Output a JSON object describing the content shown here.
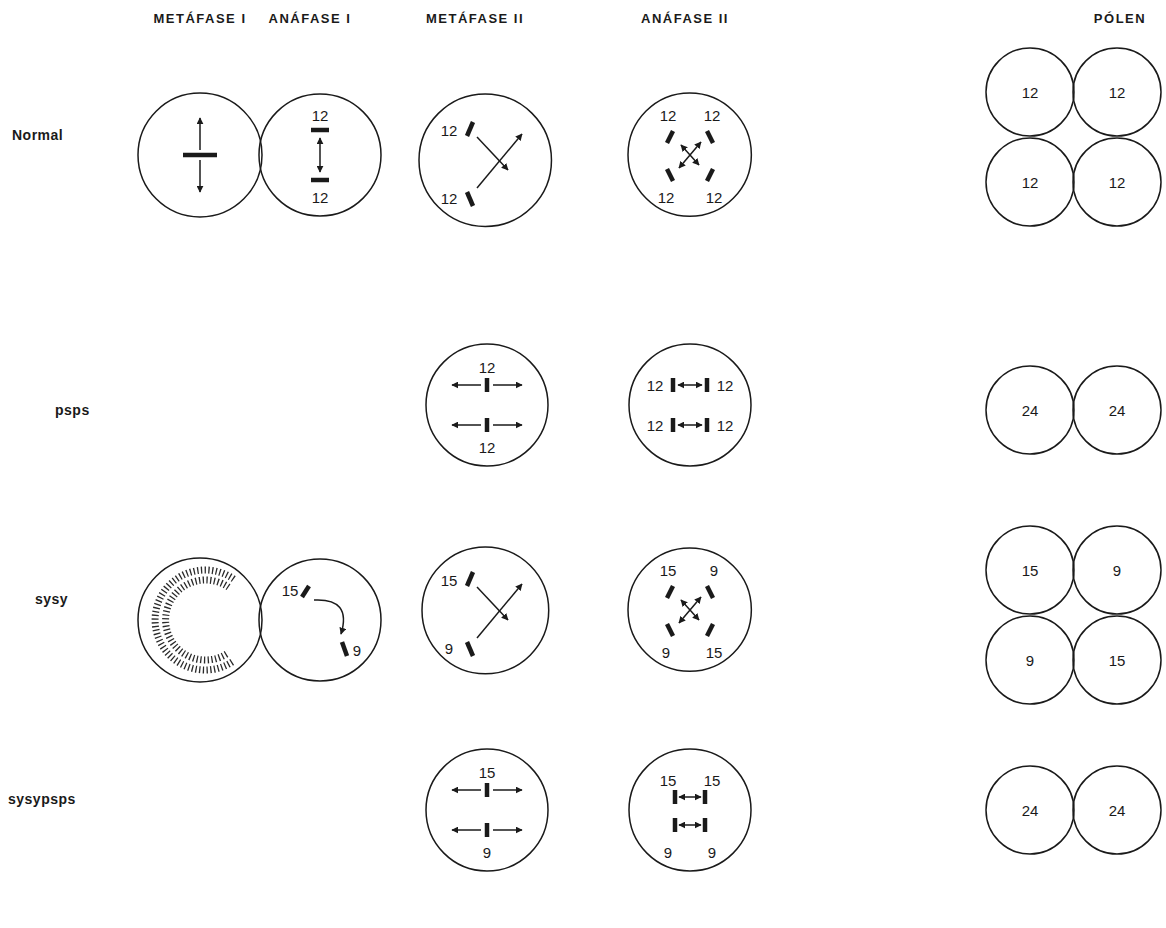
{
  "diagram": {
    "nodes": [
      {
        "text": [
          "12",
          "12"
        ]
      },
      {
        "text": [
          "12",
          "12"
        ]
      },
      {
        "text": [
          "12",
          "12",
          "12",
          "12"
        ]
      },
      {
        "text": [
          "12"
        ]
      },
      {
        "text": [
          "12"
        ]
      },
      {
        "text": [
          "12"
        ]
      },
      {
        "text": [
          "12"
        ]
      },
      {
        "text": [
          "12",
          "12"
        ]
      },
      {
        "text": [
          "12",
          "12",
          "12",
          "12"
        ]
      },
      {
        "text": [
          "24"
        ]
      },
      {
        "text": [
          "24"
        ]
      },
      {
        "text": [
          "15",
          "9"
        ]
      },
      {
        "text": [
          "15",
          "9"
        ]
      },
      {
        "text": [
          "15",
          "9",
          "9",
          "15"
        ]
      },
      {
        "text": [
          "15"
        ]
      },
      {
        "text": [
          "9"
        ]
      },
      {
        "text": [
          "9"
        ]
      },
      {
        "text": [
          "15"
        ]
      },
      {
        "text": [
          "15",
          "9"
        ]
      },
      {
        "text": [
          "15",
          "15",
          "9",
          "9"
        ]
      },
      {
        "text": [
          "24"
        ]
      },
      {
        "text": [
          "24"
        ]
      }
    ],
    "labels": [
      "METÁFASE I",
      "ANÁFASE I",
      "METÁFASE II",
      "ANÁFASE II",
      "PÓLEN",
      "Normal",
      "psps",
      "sysy",
      "sysypsps"
    ]
  }
}
